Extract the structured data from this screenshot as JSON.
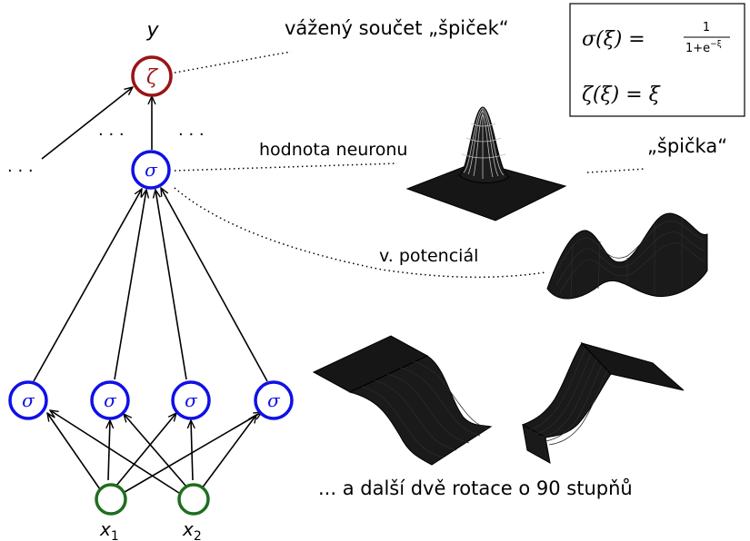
{
  "colors": {
    "hidden": "#1010e6",
    "output": "#9b1414",
    "input": "#1e6e1e",
    "surface": "#161616"
  },
  "nodes": {
    "output_symbol": "ζ",
    "hidden_symbol": "σ",
    "input1_symbol": "x",
    "input1_sub": "1",
    "input2_symbol": "x",
    "input2_sub": "2",
    "y_symbol": "y",
    "ellipsis": "· · ·"
  },
  "labels": {
    "weighted_sum": "vážený součet „špiček“",
    "neuron_value": "hodnota neuronu",
    "spike": "„špička“",
    "potential": "v. potenciál",
    "rotations": "... a další dvě rotace o 90 stupňů"
  },
  "formulas": {
    "sigma_lhs": "σ(ξ) =",
    "sigma_num": "1",
    "sigma_den_base": "1+e",
    "sigma_den_exp": "−ξ",
    "zeta": "ζ(ξ) = ξ"
  }
}
